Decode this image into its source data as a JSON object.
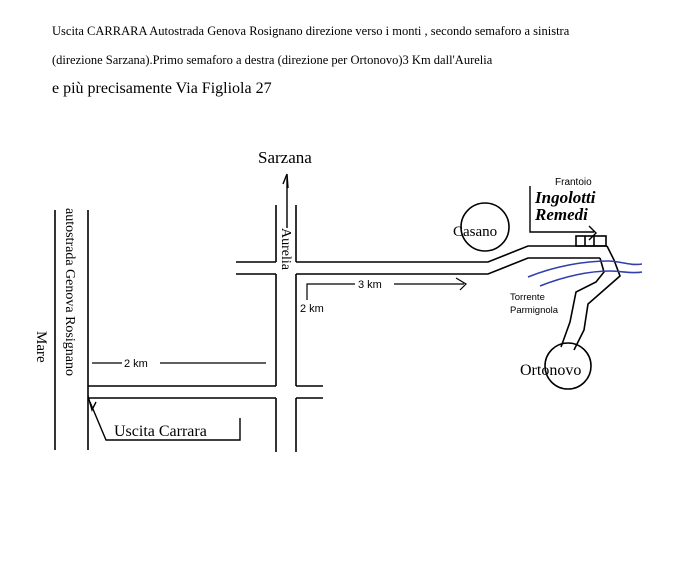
{
  "directions": {
    "line1": "Uscita CARRARA Autostrada Genova Rosignano    direzione verso i monti , secondo semaforo a sinistra",
    "line2": "(direzione Sarzana).Primo semaforo a destra  (direzione per Ortonovo)3 Km dall'Aurelia",
    "line3": "e più precisamente Via Figliola 27"
  },
  "map": {
    "sarzana": "Sarzana",
    "aurelia": "Aurelia",
    "autostrada": "autostrada Genova Rosignano",
    "mare": "Mare",
    "casano": "Casano",
    "frantoio": "Frantoio",
    "brand_line1": "Ingolotti",
    "brand_line2": "Remedi",
    "torrente_line1": "Torrente",
    "torrente_line2": "Parmignola",
    "ortonovo": "Ortonovo",
    "uscita_carrara": "Uscita Carrara",
    "dist_2km_horizontal": "2 km",
    "dist_2km_vertical": "2 km",
    "dist_3km": "3 km",
    "colors": {
      "stream": "#2f3fb0",
      "ink": "#000000"
    }
  }
}
